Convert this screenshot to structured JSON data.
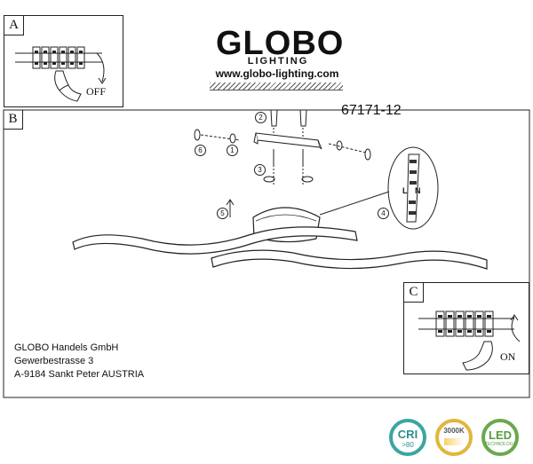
{
  "panels": {
    "a": {
      "label": "A",
      "state": "OFF"
    },
    "b": {
      "label": "B"
    },
    "c": {
      "label": "C",
      "state": "ON"
    }
  },
  "brand": {
    "name": "GLOBO",
    "sub": "LIGHTING",
    "url": "www.globo-lighting.com"
  },
  "model": "67171-12",
  "steps": [
    "1",
    "2",
    "3",
    "4",
    "5",
    "6"
  ],
  "wiring": {
    "l": "L",
    "n": "N"
  },
  "address": [
    "GLOBO Handels GmbH",
    "Gewerbestrasse 3",
    "A-9184 Sankt Peter AUSTRIA"
  ],
  "badges": {
    "cri": {
      "text": "CRI",
      "sub": ">80",
      "color": "#3aa6a3"
    },
    "cct": {
      "text": "3000K",
      "color": "#e2b63c"
    },
    "led": {
      "text": "LED",
      "sub": "TECHNOLOGY",
      "color": "#6aa84f"
    }
  }
}
